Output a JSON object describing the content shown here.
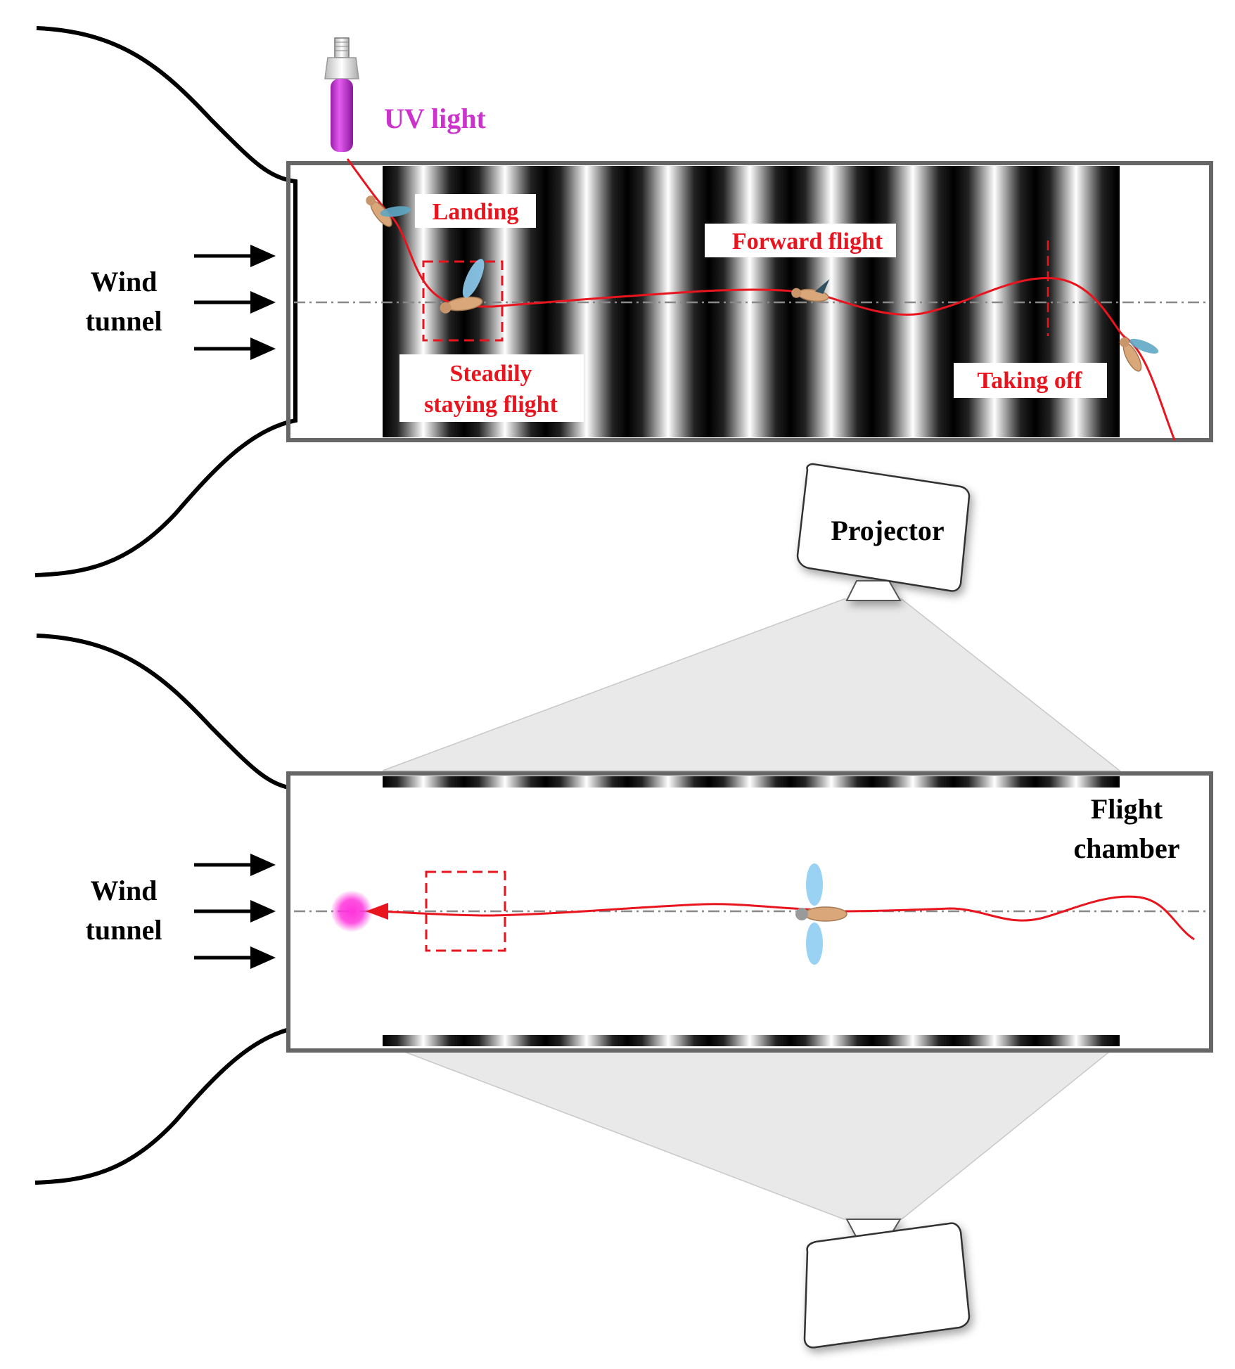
{
  "labels": {
    "uv_light": "UV light",
    "wind_tunnel_top": [
      "Wind",
      "tunnel"
    ],
    "wind_tunnel_bottom": [
      "Wind",
      "tunnel"
    ],
    "landing": "Landing",
    "forward_flight": "Forward flight",
    "steadily_staying": [
      "Steadily",
      "staying flight"
    ],
    "taking_off": "Taking off",
    "projector": "Projector",
    "flight_chamber": [
      "Flight",
      "chamber"
    ]
  },
  "colors": {
    "trajectory": "#e8141e",
    "uv_light": "#cc33cc",
    "uv_glow": "#ff33dd",
    "label_red": "#e8141e",
    "chamber_border": "#666666",
    "outline": "#000000",
    "fly_body": "#d9a77a",
    "fly_wing_side": "#5fa9c4",
    "fly_wing_top": "#8ecdf2"
  },
  "icons": {
    "bulb": "uv-bulb-icon",
    "fly": "fly-icon",
    "projector": "projector-icon",
    "arrow": "wind-arrow-icon",
    "light_source": "uv-light-source-icon"
  }
}
